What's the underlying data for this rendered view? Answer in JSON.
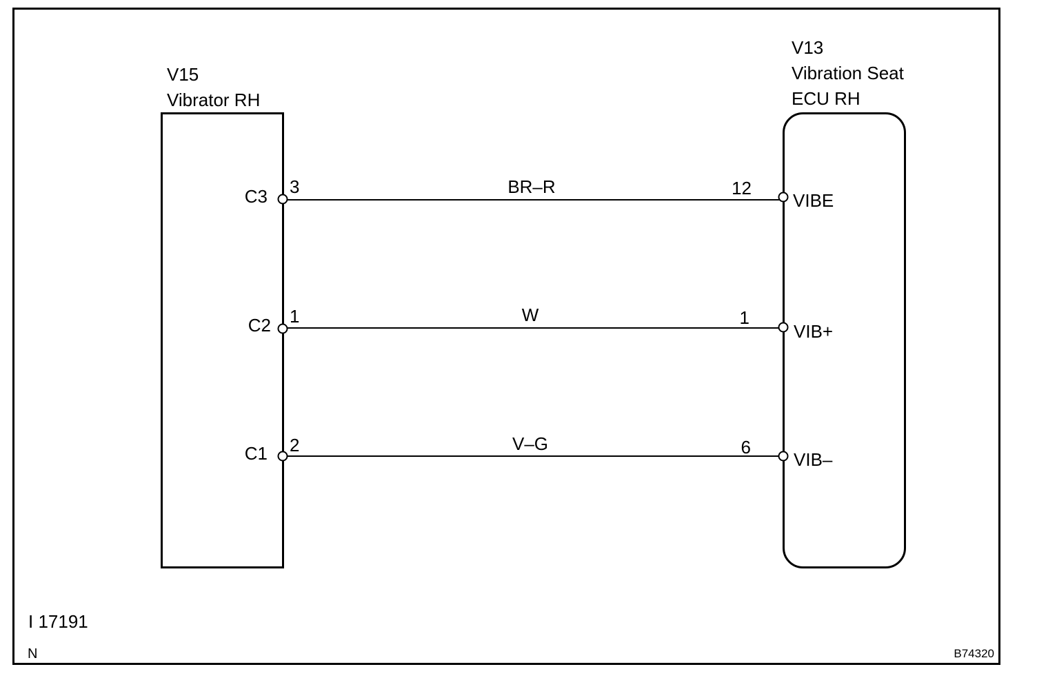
{
  "left_component": {
    "code": "V15",
    "name": "Vibrator RH"
  },
  "right_component": {
    "code": "V13",
    "name_line1": "Vibration Seat",
    "name_line2": "ECU RH"
  },
  "wires": [
    {
      "left_terminal": "C3",
      "left_pin": "3",
      "color_code": "BR–R",
      "right_pin": "12",
      "right_terminal": "VIBE"
    },
    {
      "left_terminal": "C2",
      "left_pin": "1",
      "color_code": "W",
      "right_pin": "1",
      "right_terminal": "VIB+"
    },
    {
      "left_terminal": "C1",
      "left_pin": "2",
      "color_code": "V–G",
      "right_pin": "6",
      "right_terminal": "VIB–"
    }
  ],
  "footer": {
    "figure_id": "I 17191",
    "region_letter": "N",
    "drawing_number": "B74320"
  }
}
